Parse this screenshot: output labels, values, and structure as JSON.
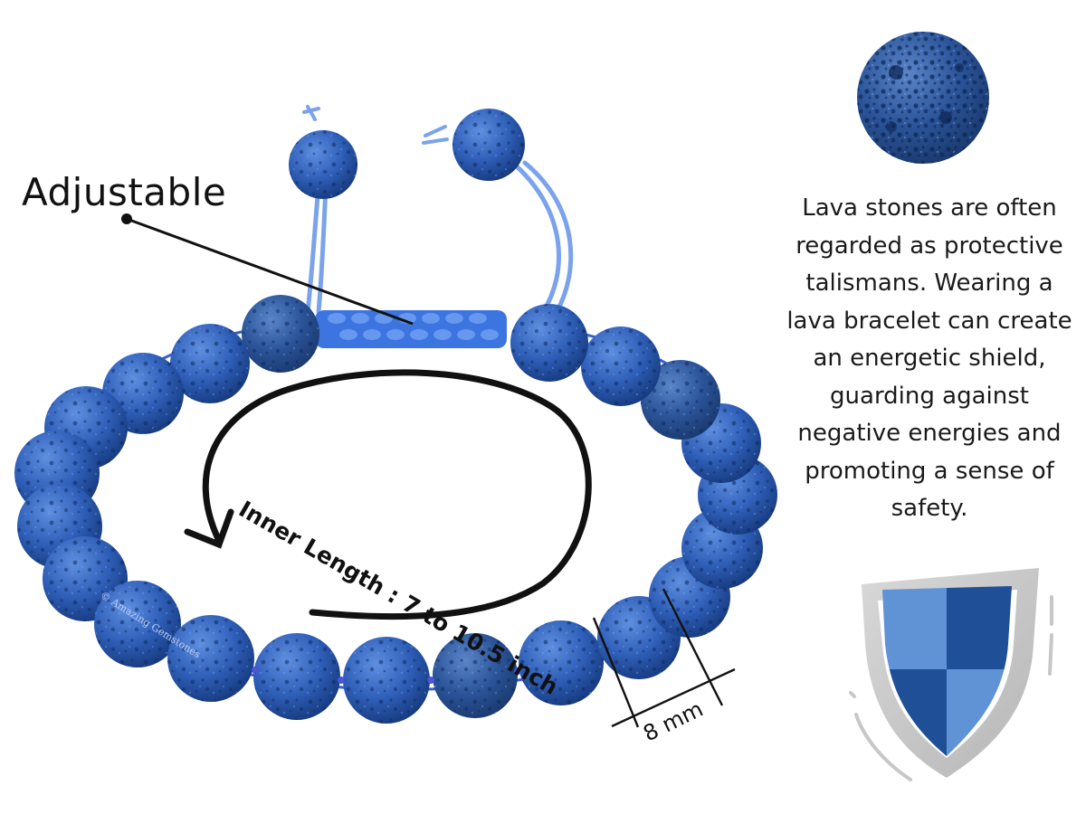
{
  "callouts": {
    "adjustable": "Adjustable",
    "inner_length": "Inner Length : 7 to 10.5 inch",
    "bead_size": "8 mm"
  },
  "description": "Lava stones are often regarded as protective talismans. Wearing a lava bracelet can create an energetic shield, guarding against negative energies and promoting a sense of safety.",
  "watermark": "© Amazing Gemstones",
  "colors": {
    "bead": "#2f5fb8",
    "cord": "#6f9ae8",
    "shield_light": "#5f93d6",
    "shield_dark": "#1f4f97",
    "shield_rim": "#c7c7c7"
  },
  "icons": [
    "lava-bead-closeup",
    "shield-icon"
  ]
}
